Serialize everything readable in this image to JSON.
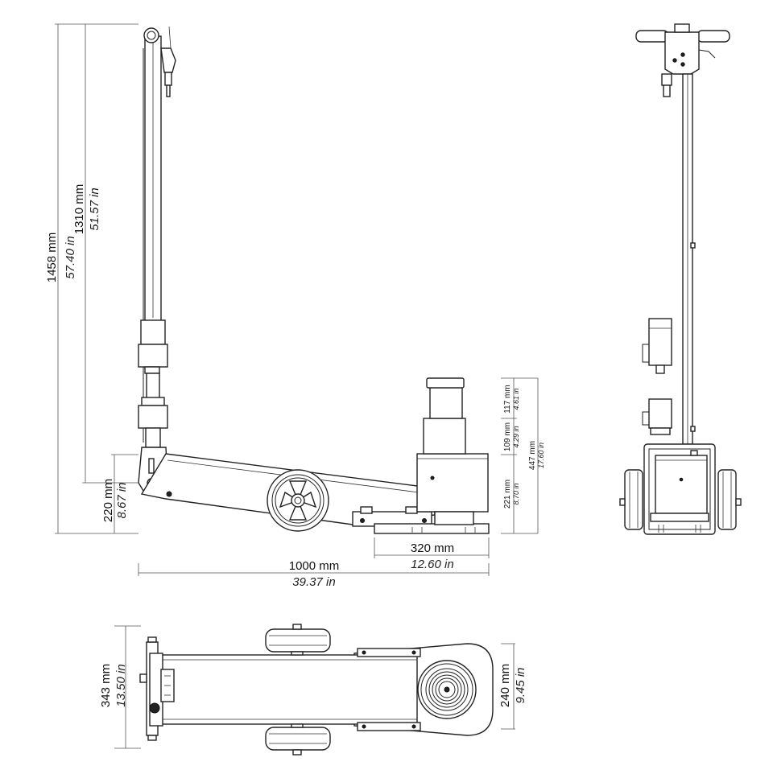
{
  "dimensions": {
    "total_height": {
      "mm": "1458 mm",
      "in": "57.40 in"
    },
    "handle_height": {
      "mm": "1310 mm",
      "in": "51.57 in"
    },
    "chassis_height": {
      "mm": "220 mm",
      "in": "8.67 in"
    },
    "overall_length": {
      "mm": "1000 mm",
      "in": "39.37 in"
    },
    "base_length": {
      "mm": "320 mm",
      "in": "12.60 in"
    },
    "stage_1": {
      "mm": "117 mm",
      "in": "4.61 in"
    },
    "stage_2": {
      "mm": "109 mm",
      "in": "4.29 in"
    },
    "closed_height": {
      "mm": "221 mm",
      "in": "8.70 in"
    },
    "max_lift": {
      "mm": "447 mm",
      "in": "17.60 in"
    },
    "overall_width": {
      "mm": "343 mm",
      "in": "13.50 in"
    },
    "base_width": {
      "mm": "240 mm",
      "in": "9.45 in"
    }
  }
}
